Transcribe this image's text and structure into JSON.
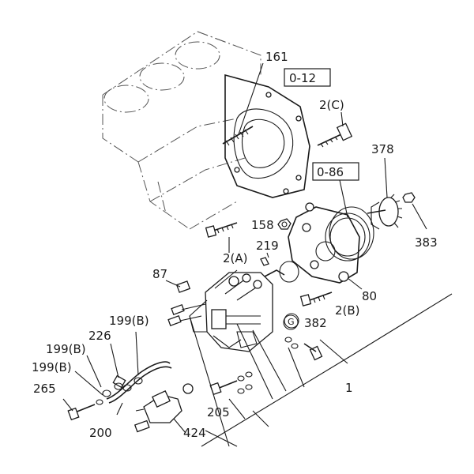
{
  "diagram": {
    "callouts": {
      "c161": "161",
      "c0_12": "0-12",
      "c2C": "2(C)",
      "c0_86": "0-86",
      "c378": "378",
      "c158": "158",
      "c219": "219",
      "c383": "383",
      "c2A": "2(A)",
      "c87": "87",
      "c80": "80",
      "c2B": "2(B)",
      "c199B_a": "199(B)",
      "cG": "G",
      "c382": "382",
      "c226": "226",
      "c199B_b": "199(B)",
      "c199B_c": "199(B)",
      "c265": "265",
      "c1": "1",
      "c205": "205",
      "c200": "200",
      "c424": "424"
    }
  }
}
